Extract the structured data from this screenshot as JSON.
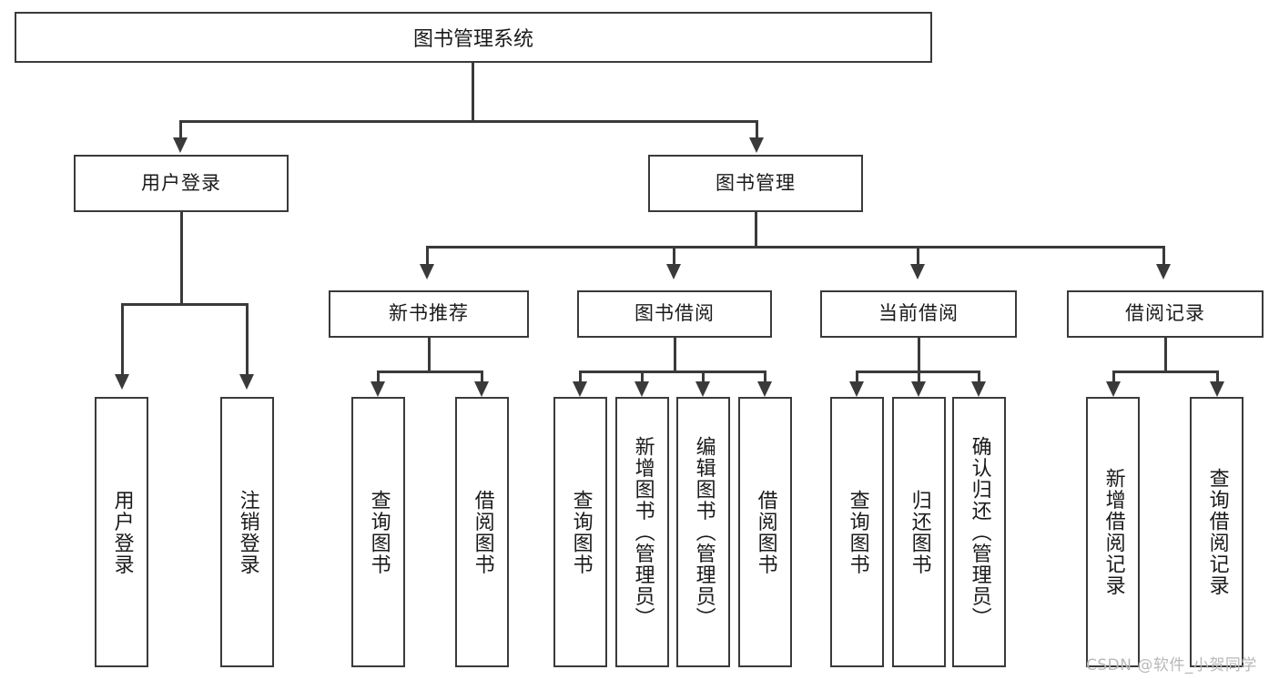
{
  "diagram": {
    "title": "图书管理系统",
    "watermark": "CSDN @软件_小贺同学",
    "root": {
      "label": "图书管理系统"
    },
    "level2": [
      {
        "label": "用户登录"
      },
      {
        "label": "图书管理"
      }
    ],
    "level3": [
      {
        "label": "新书推荐"
      },
      {
        "label": "图书借阅"
      },
      {
        "label": "当前借阅"
      },
      {
        "label": "借阅记录"
      }
    ],
    "leaves": [
      {
        "label": "用户登录"
      },
      {
        "label": "注销登录"
      },
      {
        "label": "查询图书"
      },
      {
        "label": "借阅图书"
      },
      {
        "label": "查询图书"
      },
      {
        "label": "新增图书（管理员）"
      },
      {
        "label": "编辑图书（管理员）"
      },
      {
        "label": "借阅图书"
      },
      {
        "label": "查询图书"
      },
      {
        "label": "归还图书"
      },
      {
        "label": "确认归还（管理员）"
      },
      {
        "label": "新增借阅记录"
      },
      {
        "label": "查询借阅记录"
      }
    ],
    "colors": {
      "stroke": "#3a3a3a",
      "fill": "#ffffff",
      "text": "#1a1a1a",
      "watermark": "#b8b8b8"
    }
  }
}
